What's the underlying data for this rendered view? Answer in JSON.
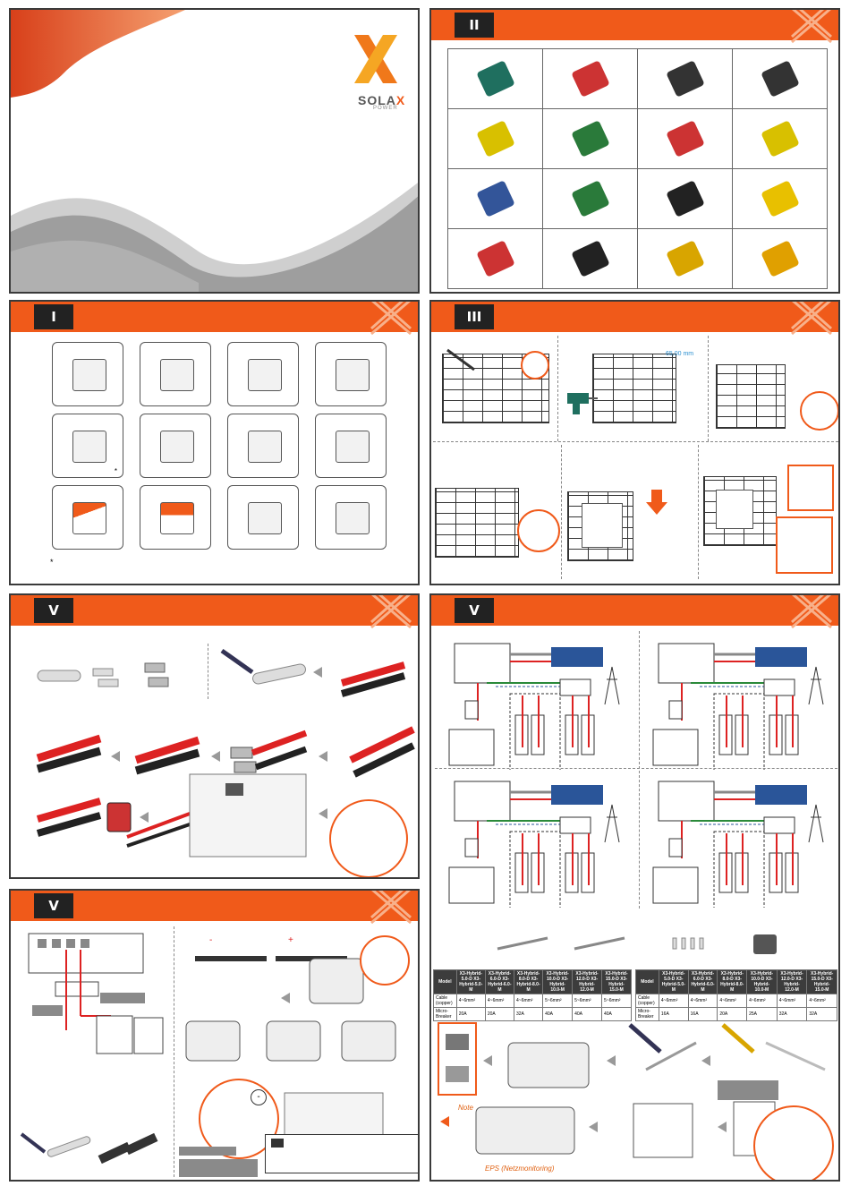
{
  "cover": {
    "brand_name": "SOLA",
    "brand_x": "X",
    "brand_sub": "POWER"
  },
  "sections": {
    "tools": {
      "numeral": "II"
    },
    "packing": {
      "numeral": "I",
      "footnote_mark": "*",
      "tile_mark": "*"
    },
    "mounting": {
      "numeral": "III"
    },
    "pv_connection": {
      "numeral": "V"
    },
    "grid_connection": {
      "numeral": "V"
    },
    "battery_connection": {
      "numeral": "V"
    }
  },
  "tables": {
    "left": {
      "header": [
        "Model",
        "X3-Hybrid-5.0-D X3-Hybrid-5.0-M",
        "X3-Hybrid-6.0-D X3-Hybrid-6.0-M",
        "X3-Hybrid-8.0-D X3-Hybrid-8.0-M",
        "X3-Hybrid-10.0-D X3-Hybrid-10.0-M",
        "X3-Hybrid-12.0-D X3-Hybrid-12.0-M",
        "X3-Hybrid-15.0-D X3-Hybrid-15.0-M"
      ],
      "rows": [
        [
          "Cable (copper)",
          "4~6mm²",
          "4~6mm²",
          "4~6mm²",
          "5~6mm²",
          "5~6mm²",
          "5~6mm²"
        ],
        [
          "Micro-Breaker",
          "20A",
          "20A",
          "32A",
          "40A",
          "40A",
          "40A"
        ]
      ]
    },
    "right": {
      "header": [
        "Model",
        "X3-Hybrid-5.0-D X3-Hybrid-5.0-M",
        "X3-Hybrid-6.0-D X3-Hybrid-6.0-M",
        "X3-Hybrid-8.0-D X3-Hybrid-8.0-M",
        "X3-Hybrid-10.0-D X3-Hybrid-10.0-M",
        "X3-Hybrid-12.0-D X3-Hybrid-12.0-M",
        "X3-Hybrid-15.0-D X3-Hybrid-15.0-M"
      ],
      "rows": [
        [
          "Cable (copper)",
          "4~6mm²",
          "4~6mm²",
          "4~6mm²",
          "4~6mm²",
          "4~6mm²",
          "4~6mm²"
        ],
        [
          "Micro-Breaker",
          "16A",
          "16A",
          "20A",
          "25A",
          "32A",
          "32A"
        ]
      ]
    }
  },
  "labels": {
    "note": "Note",
    "eps": "EPS (Netzmonitoring)",
    "polarity_minus": "-",
    "polarity_plus": "+",
    "dim_label": "65,00 mm",
    "battery_minus": "-"
  },
  "colors": {
    "accent": "#f05a1a",
    "dark": "#222222",
    "grey": "#8a8a8a"
  },
  "icons": {
    "tools": [
      "drill-icon",
      "multimeter-icon",
      "screwdriver-icon",
      "ratchet-wrench-icon",
      "crimper-yellow-icon",
      "wire-cutter-icon",
      "utility-knife-icon",
      "wire-stripper-icon",
      "crimp-tool-blue-icon",
      "hex-key-icon",
      "rubber-mallet-icon",
      "tape-measure-icon",
      "crimp-tool-red-icon",
      "marker-pen-icon",
      "crimp-tool-orange-icon",
      "spirit-level-icon"
    ],
    "packing": [
      "inverter-icon",
      "bracket-icon",
      "connector-set-icon",
      "pv-connectors-icon",
      "ac-connector-icon",
      "pv-plug-icon",
      "screw-ot-terminal-icon",
      "terminal-set-icon",
      "document-card-icon",
      "quick-guide-icon",
      "ct-meter-icon",
      "meter-dongle-icon"
    ]
  }
}
